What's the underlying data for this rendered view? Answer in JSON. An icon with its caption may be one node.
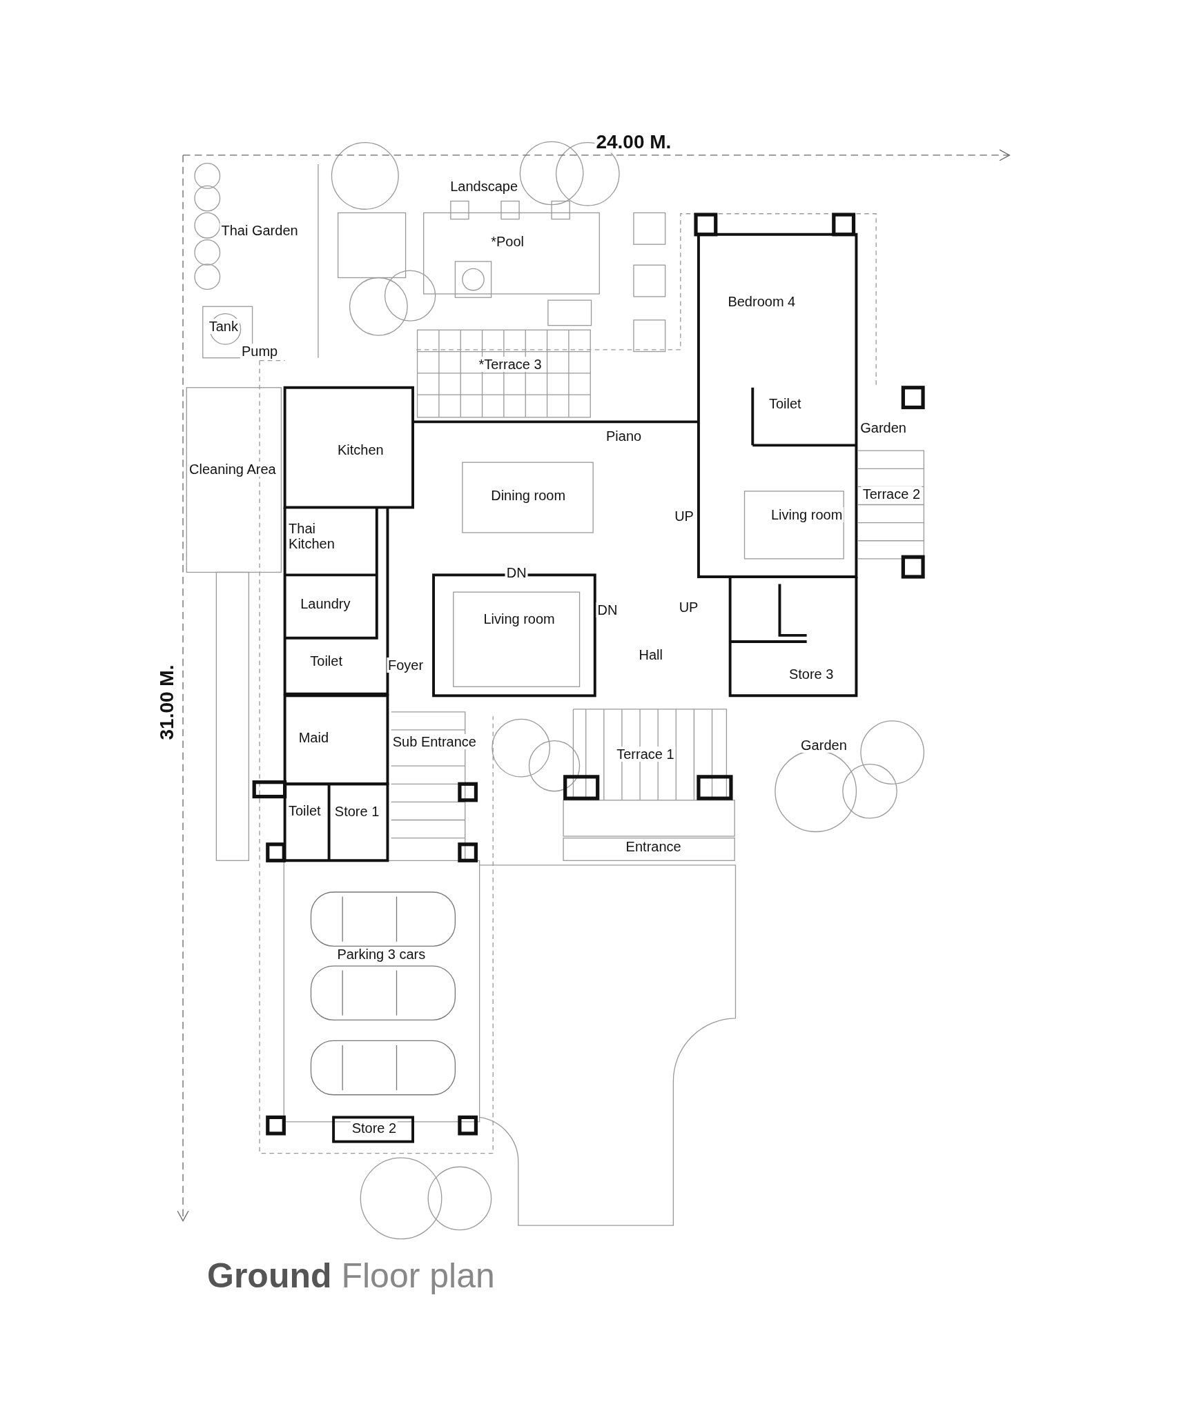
{
  "diagram": {
    "title": "**Ground** Floor plan",
    "labels": [
      "24.00 M.",
      "31.00 M.",
      "Landscape",
      "Thai Garden",
      "*Pool",
      "Bedroom 4",
      "Tank",
      "Pump",
      "*Terrace 3",
      "Toilet",
      "Garden",
      "Piano",
      "Kitchen",
      "Cleaning Area",
      "Dining room",
      "Terrace 2",
      "UP",
      "Living room",
      "Thai Kitchen",
      "DN",
      "Laundry",
      "DN",
      "UP",
      "Living room",
      "Hall",
      "Toilet",
      "Foyer",
      "Store 3",
      "Maid",
      "Sub Entrance",
      "Garden",
      "Terrace 1",
      "Toilet",
      "Store 1",
      "Entrance",
      "Parking 3 cars",
      "Store 2"
    ]
  }
}
